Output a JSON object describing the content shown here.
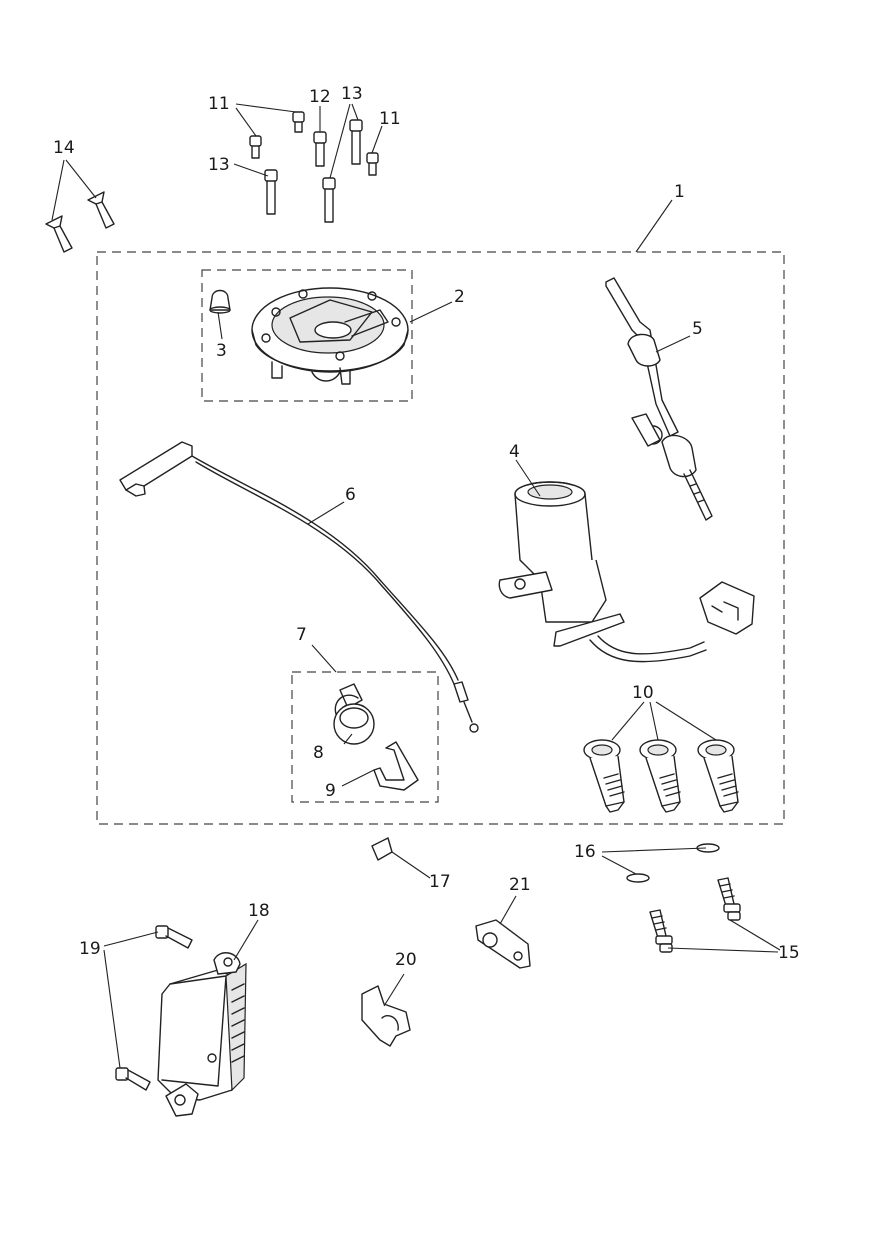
{
  "callouts": {
    "c1": "1",
    "c2": "2",
    "c3": "3",
    "c4": "4",
    "c5": "5",
    "c6": "6",
    "c7": "7",
    "c8": "8",
    "c9": "9",
    "c10": "10",
    "c11a": "11",
    "c11b": "11",
    "c12": "12",
    "c13a": "13",
    "c13b": "13",
    "c14": "14",
    "c15": "15",
    "c16": "16",
    "c17": "17",
    "c18": "18",
    "c19": "19",
    "c20": "20",
    "c21": "21"
  }
}
